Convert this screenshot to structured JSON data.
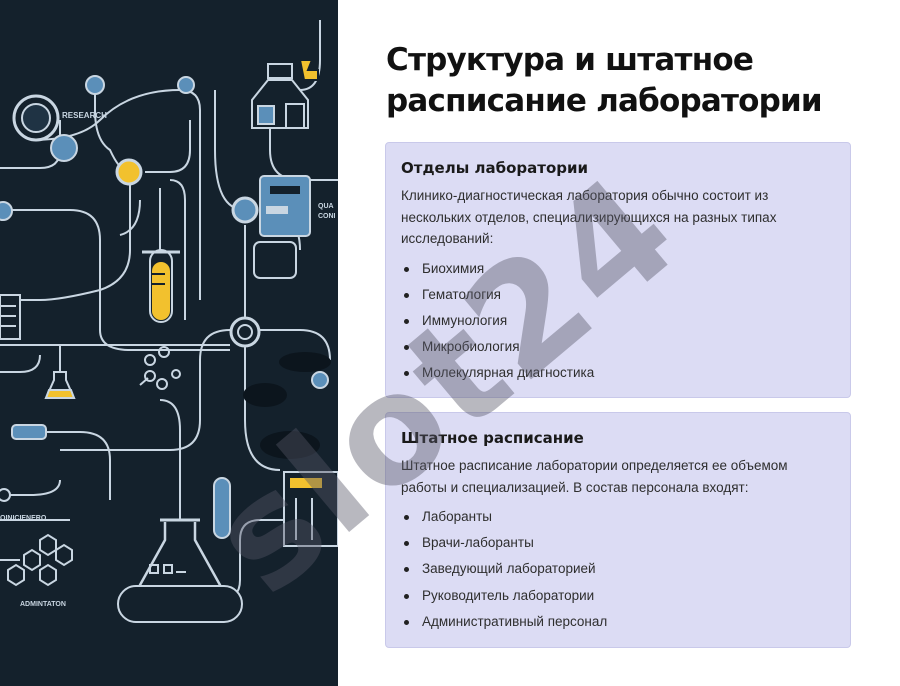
{
  "title": "Структура и штатное расписание лаборатории",
  "illustration": {
    "labels": [
      "RESEARCH",
      "QUA",
      "CONI",
      "ADMINTATON",
      "OINICIENERO"
    ]
  },
  "sections": [
    {
      "heading": "Отделы лаборатории",
      "text": "Клинико-диагностическая лаборатория обычно состоит из нескольких отделов, специализирующихся на разных типах исследований:",
      "items": [
        "Биохимия",
        "Гематология",
        "Иммунология",
        "Микробиология",
        "Молекулярная диагностика"
      ]
    },
    {
      "heading": "Штатное расписание",
      "text": "Штатное расписание лаборатории определяется ее объемом работы и специализацией. В состав персонала входят:",
      "items": [
        "Лаборанты",
        "Врачи-лаборанты",
        "Заведующий лабораторией",
        "Руководитель лаборатории",
        "Административный персонал"
      ]
    }
  ],
  "watermark": "slot24",
  "colors": {
    "panel_bg": "#14212c",
    "line": "#c9d6e2",
    "accent_yellow": "#f2c12e",
    "accent_blue": "#5b8fb9",
    "card_bg": "#dcdcf4"
  }
}
